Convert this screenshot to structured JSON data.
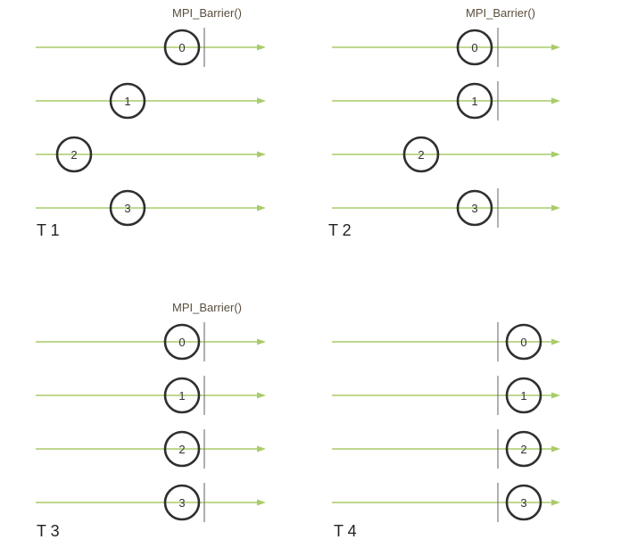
{
  "colors": {
    "timeline": "#a9cc6a",
    "barrier": "#7a7a7a",
    "circle": "#2f2f2f",
    "text": "#333333",
    "title_text": "#5a4e3e"
  },
  "barrier_label": "MPI_Barrier()",
  "panels": [
    {
      "label": "T 1",
      "show_barrier_label": true,
      "processes": [
        {
          "rank": "0",
          "reached_barrier": true
        },
        {
          "rank": "1",
          "reached_barrier": false
        },
        {
          "rank": "2",
          "reached_barrier": false
        },
        {
          "rank": "3",
          "reached_barrier": false
        }
      ]
    },
    {
      "label": "T 2",
      "show_barrier_label": true,
      "processes": [
        {
          "rank": "0",
          "reached_barrier": true
        },
        {
          "rank": "1",
          "reached_barrier": true
        },
        {
          "rank": "2",
          "reached_barrier": false
        },
        {
          "rank": "3",
          "reached_barrier": true
        }
      ]
    },
    {
      "label": "T 3",
      "show_barrier_label": true,
      "processes": [
        {
          "rank": "0",
          "reached_barrier": true
        },
        {
          "rank": "1",
          "reached_barrier": true
        },
        {
          "rank": "2",
          "reached_barrier": true
        },
        {
          "rank": "3",
          "reached_barrier": true
        }
      ]
    },
    {
      "label": "T 4",
      "show_barrier_label": false,
      "processes": [
        {
          "rank": "0",
          "reached_barrier": true
        },
        {
          "rank": "1",
          "reached_barrier": true
        },
        {
          "rank": "2",
          "reached_barrier": true
        },
        {
          "rank": "3",
          "reached_barrier": true
        }
      ]
    }
  ]
}
